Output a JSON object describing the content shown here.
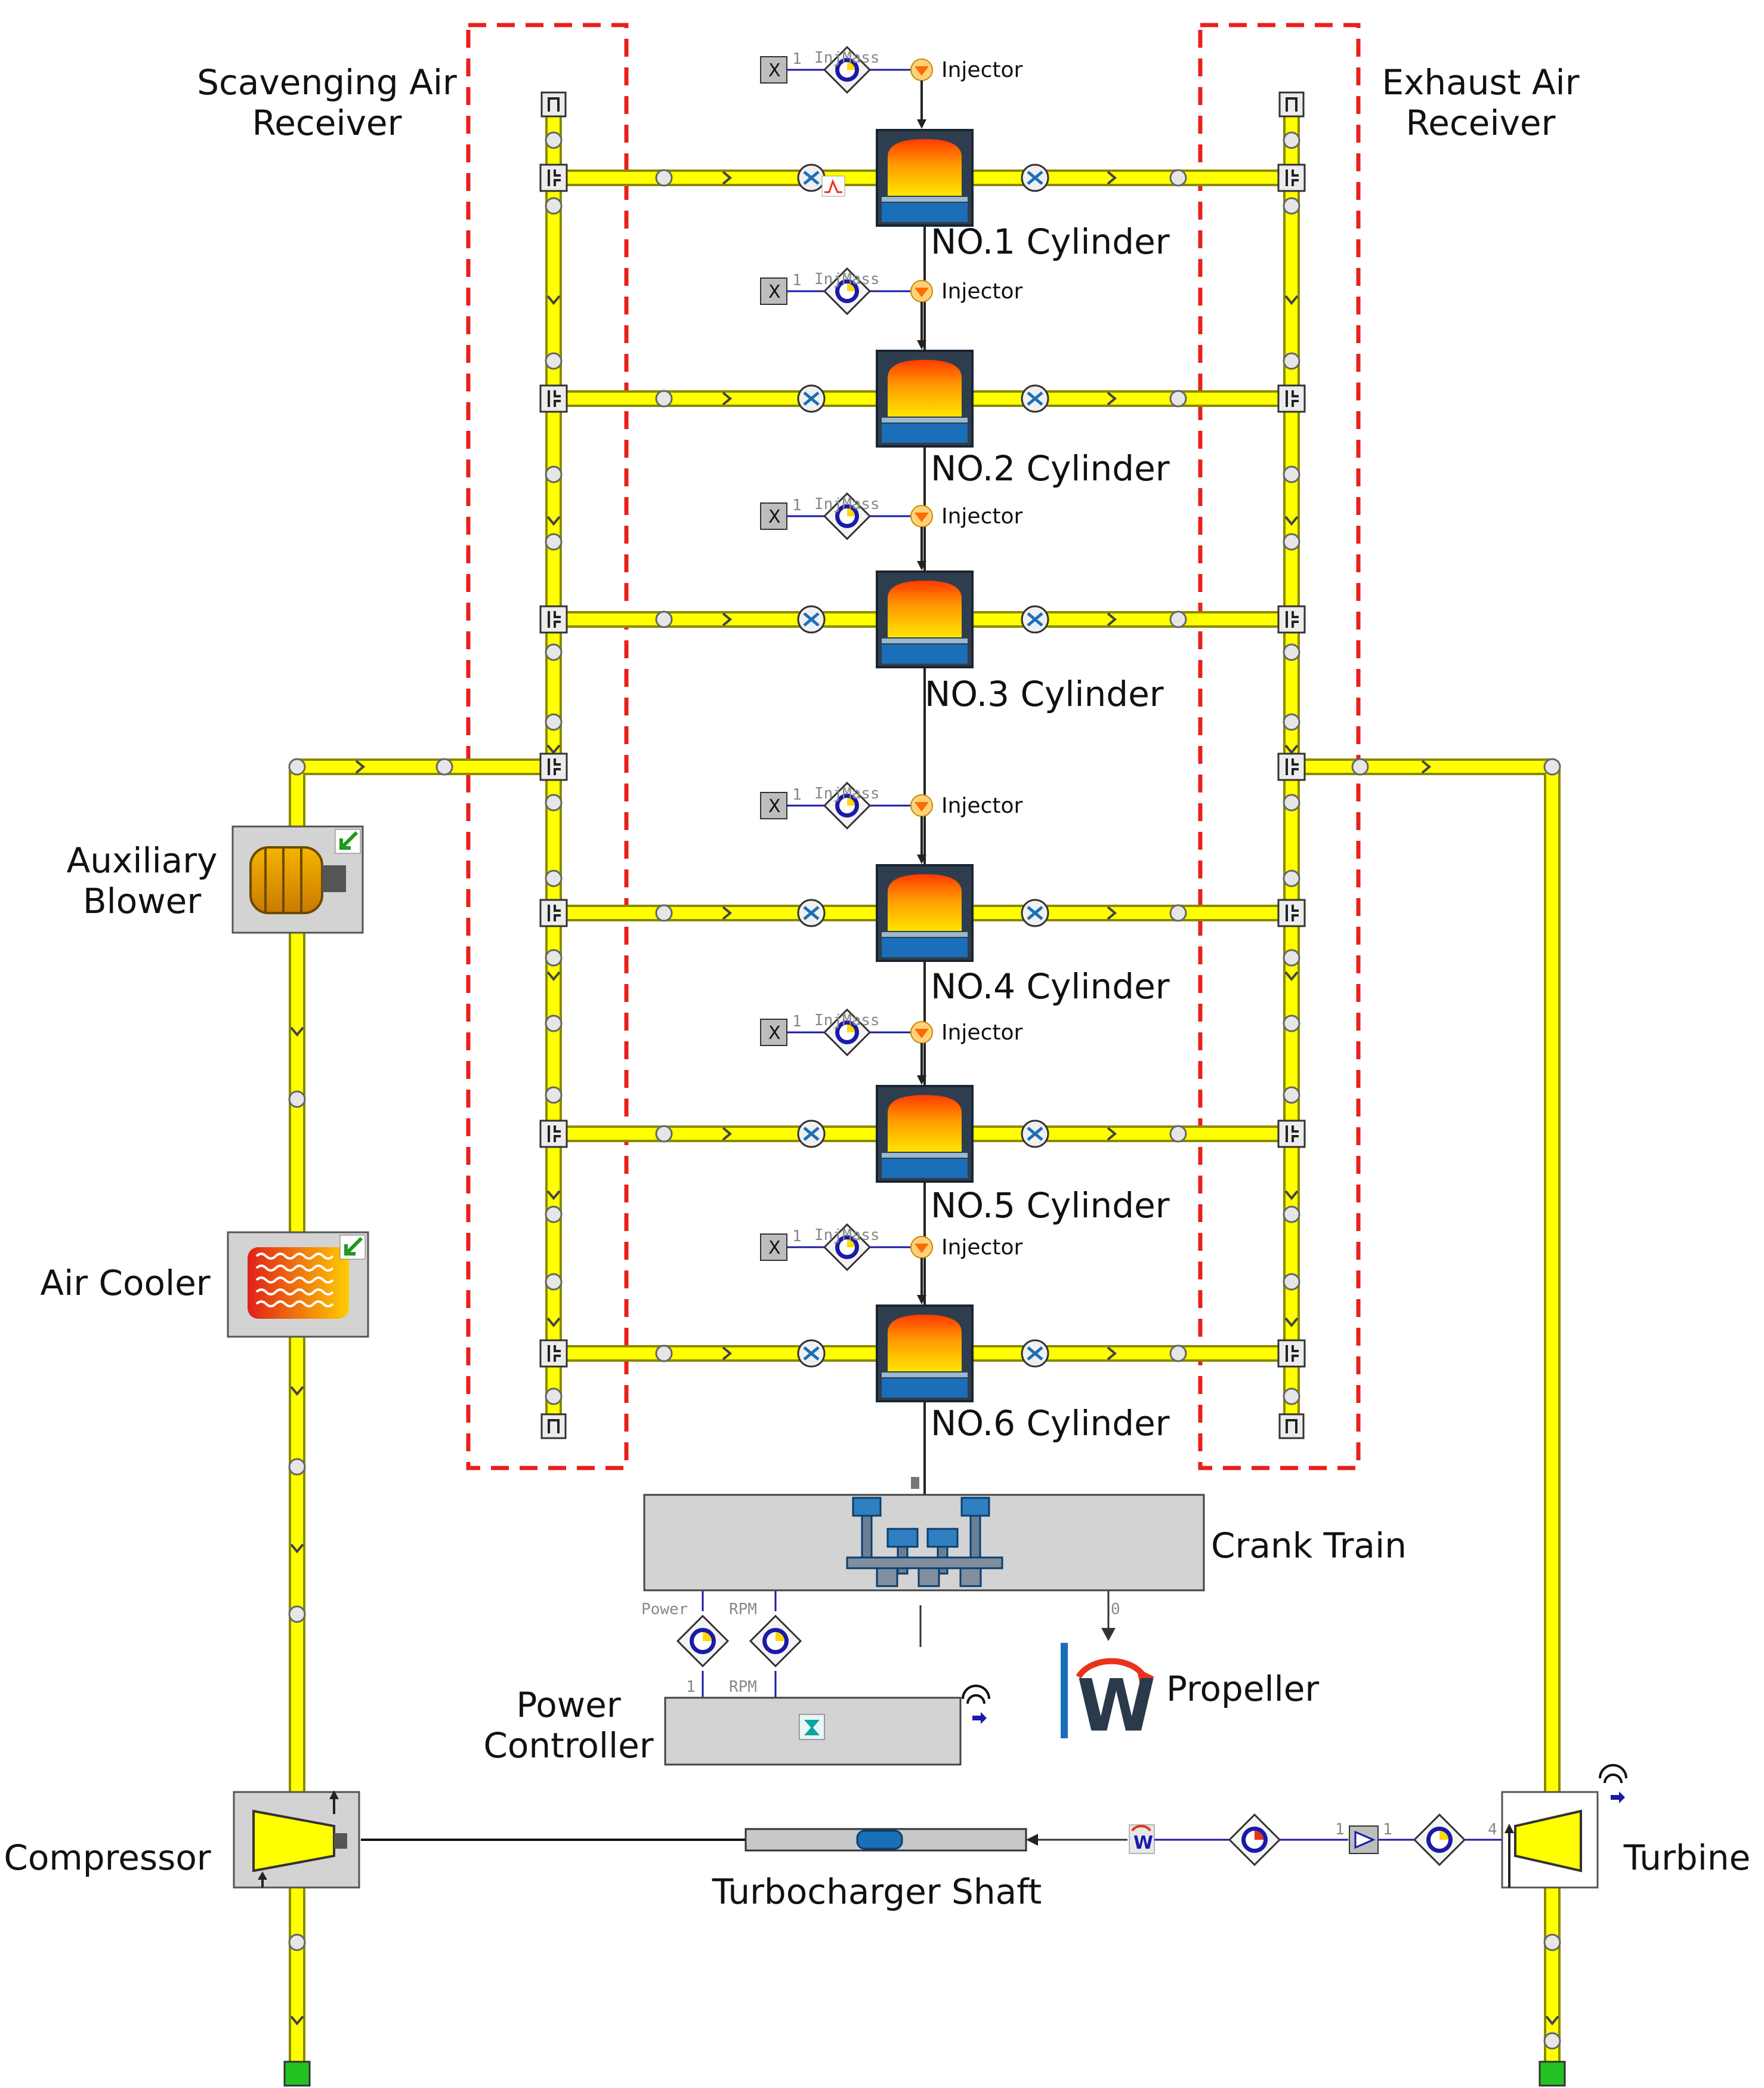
{
  "labels": {
    "scavenging_line1": "Scavenging Air",
    "scavenging_line2": "Receiver",
    "exhaust_line1": "Exhaust Air",
    "exhaust_line2": "Receiver",
    "aux_blower_line1": "Auxiliary",
    "aux_blower_line2": "Blower",
    "air_cooler": "Air Cooler",
    "compressor": "Compressor",
    "turbine": "Turbine",
    "turbo_shaft": "Turbocharger Shaft",
    "crank_train": "Crank Train",
    "propeller": "Propeller",
    "power_controller_line1": "Power",
    "power_controller_line2": "Controller",
    "power_port": "Power",
    "rpm_port": "RPM",
    "rpm_port2": "RPM",
    "port_zero": "0",
    "port_one": "1",
    "port_four": "4",
    "inj_mass": "InjMass",
    "x_symbol": "X",
    "w_symbol": "W"
  },
  "cylinders": [
    {
      "name": "NO.1 Cylinder",
      "injector": "Injector"
    },
    {
      "name": "NO.2 Cylinder",
      "injector": "Injector"
    },
    {
      "name": "NO.3 Cylinder",
      "injector": "Injector"
    },
    {
      "name": "NO.4 Cylinder",
      "injector": "Injector"
    },
    {
      "name": "NO.5 Cylinder",
      "injector": "Injector"
    },
    {
      "name": "NO.6 Cylinder",
      "injector": "Injector"
    }
  ],
  "colors": {
    "pipe_fill": "#ffff00",
    "pipe_outline": "#8a8a00",
    "receiver_box": "#e8201c",
    "component_bg": "#d3d3d3",
    "signal_line": "#1a1aa8",
    "boundary": "#22c222",
    "cylinder_body": "#2f3e4e",
    "cylinder_flame": "#ff7a00",
    "propeller_blue": "#1a6fb8",
    "propeller_red": "#e8321c"
  }
}
